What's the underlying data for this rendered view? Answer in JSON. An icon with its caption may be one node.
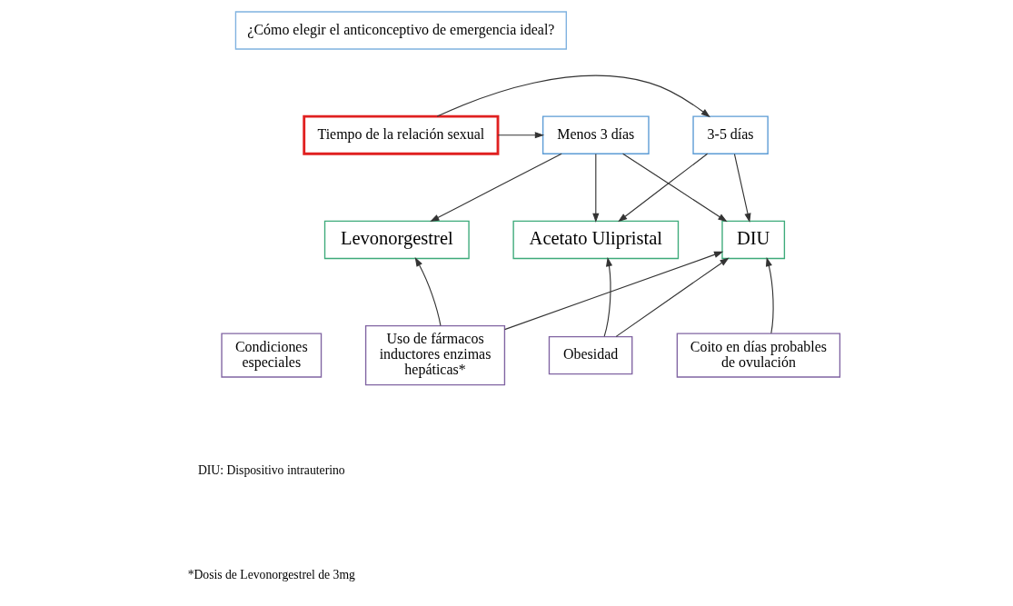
{
  "diagram": {
    "nodes": [
      {
        "text": [
          "¿Cómo elegir el anticonceptivo de emergencia ideal?"
        ]
      },
      {
        "text": [
          "Tiempo de la relación sexual"
        ]
      },
      {
        "text": [
          "Menos 3 días"
        ]
      },
      {
        "text": [
          "3-5 días"
        ]
      },
      {
        "text": [
          "Levonorgestrel"
        ]
      },
      {
        "text": [
          "Acetato Ulipristal"
        ]
      },
      {
        "text": [
          "DIU"
        ]
      },
      {
        "text": [
          "Condiciones especiales"
        ]
      },
      {
        "text": [
          "Uso de fármacos inductores enzimas hepáticas*"
        ]
      },
      {
        "text": [
          "Obesidad"
        ]
      },
      {
        "text": [
          "Coito en días probables de ovulación"
        ]
      }
    ],
    "edges": [
      {
        "from": 1,
        "to": 2,
        "arrow": "to"
      },
      {
        "from": 1,
        "to": 3,
        "arrow": "to"
      },
      {
        "from": 2,
        "to": 4,
        "arrow": "to"
      },
      {
        "from": 2,
        "to": 5,
        "arrow": "to"
      },
      {
        "from": 2,
        "to": 6,
        "arrow": "to"
      },
      {
        "from": 3,
        "to": 5,
        "arrow": "to"
      },
      {
        "from": 3,
        "to": 6,
        "arrow": "to"
      },
      {
        "from": 8,
        "to": 4,
        "arrow": "to"
      },
      {
        "from": 8,
        "to": 6,
        "arrow": "to"
      },
      {
        "from": 9,
        "to": 5,
        "arrow": "to"
      },
      {
        "from": 9,
        "to": 6,
        "arrow": "to"
      },
      {
        "from": 10,
        "to": 6,
        "arrow": "to"
      }
    ],
    "labels": [
      "DIU: Dispositivo intrauterino",
      "*Dosis de Levonorgestrel de 3mg"
    ]
  }
}
